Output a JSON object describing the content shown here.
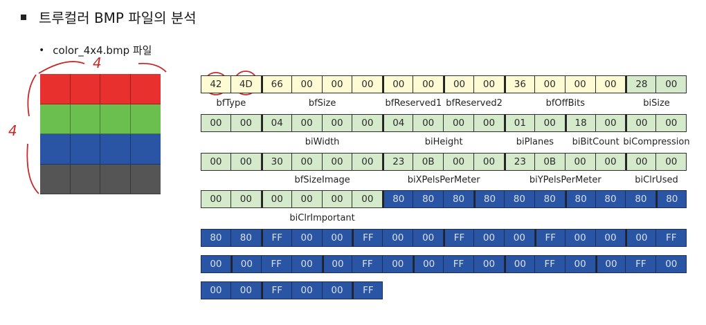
{
  "title": "트루컬러 BMP 파일의 분석",
  "subtitle": "color_4x4.bmp 파일",
  "image_grid": {
    "rows": 4,
    "cols": 4,
    "row_colors": [
      "#e8312f",
      "#6bbf4e",
      "#2a55a4",
      "#555555"
    ]
  },
  "annotations": {
    "width_mark": "4",
    "height_mark": "4"
  },
  "colors": {
    "file_header": "#fdfbd3",
    "info_header": "#d5eacb",
    "pixel_data": "#2a55a4",
    "ink": "#c62828"
  },
  "hex_rows": [
    {
      "cells": [
        {
          "v": "42",
          "c": "yellow",
          "grp": true
        },
        {
          "v": "4D",
          "c": "yellow"
        },
        {
          "v": "66",
          "c": "yellow",
          "grp": true
        },
        {
          "v": "00",
          "c": "yellow"
        },
        {
          "v": "00",
          "c": "yellow"
        },
        {
          "v": "00",
          "c": "yellow"
        },
        {
          "v": "00",
          "c": "yellow",
          "grp": true
        },
        {
          "v": "00",
          "c": "yellow"
        },
        {
          "v": "00",
          "c": "yellow",
          "grp": true
        },
        {
          "v": "00",
          "c": "yellow"
        },
        {
          "v": "36",
          "c": "yellow",
          "grp": true
        },
        {
          "v": "00",
          "c": "yellow"
        },
        {
          "v": "00",
          "c": "yellow"
        },
        {
          "v": "00",
          "c": "yellow"
        },
        {
          "v": "28",
          "c": "green",
          "grp": true
        },
        {
          "v": "00",
          "c": "green"
        }
      ]
    },
    {
      "cells": [
        {
          "v": "00",
          "c": "green",
          "grp": true
        },
        {
          "v": "00",
          "c": "green"
        },
        {
          "v": "04",
          "c": "green",
          "grp": true
        },
        {
          "v": "00",
          "c": "green"
        },
        {
          "v": "00",
          "c": "green"
        },
        {
          "v": "00",
          "c": "green"
        },
        {
          "v": "04",
          "c": "green",
          "grp": true
        },
        {
          "v": "00",
          "c": "green"
        },
        {
          "v": "00",
          "c": "green"
        },
        {
          "v": "00",
          "c": "green"
        },
        {
          "v": "01",
          "c": "green",
          "grp": true
        },
        {
          "v": "00",
          "c": "green"
        },
        {
          "v": "18",
          "c": "green",
          "grp": true
        },
        {
          "v": "00",
          "c": "green"
        },
        {
          "v": "00",
          "c": "green",
          "grp": true
        },
        {
          "v": "00",
          "c": "green"
        }
      ]
    },
    {
      "cells": [
        {
          "v": "00",
          "c": "green",
          "grp": true
        },
        {
          "v": "00",
          "c": "green"
        },
        {
          "v": "30",
          "c": "green",
          "grp": true
        },
        {
          "v": "00",
          "c": "green"
        },
        {
          "v": "00",
          "c": "green"
        },
        {
          "v": "00",
          "c": "green"
        },
        {
          "v": "23",
          "c": "green",
          "grp": true
        },
        {
          "v": "0B",
          "c": "green"
        },
        {
          "v": "00",
          "c": "green"
        },
        {
          "v": "00",
          "c": "green"
        },
        {
          "v": "23",
          "c": "green",
          "grp": true
        },
        {
          "v": "0B",
          "c": "green"
        },
        {
          "v": "00",
          "c": "green"
        },
        {
          "v": "00",
          "c": "green"
        },
        {
          "v": "00",
          "c": "green",
          "grp": true
        },
        {
          "v": "00",
          "c": "green"
        }
      ]
    },
    {
      "cells": [
        {
          "v": "00",
          "c": "green",
          "grp": true
        },
        {
          "v": "00",
          "c": "green"
        },
        {
          "v": "00",
          "c": "green",
          "grp": true
        },
        {
          "v": "00",
          "c": "green"
        },
        {
          "v": "00",
          "c": "green"
        },
        {
          "v": "00",
          "c": "green"
        },
        {
          "v": "80",
          "c": "blue",
          "grp": true
        },
        {
          "v": "80",
          "c": "blue"
        },
        {
          "v": "80",
          "c": "blue"
        },
        {
          "v": "80",
          "c": "blue",
          "grp": true
        },
        {
          "v": "80",
          "c": "blue"
        },
        {
          "v": "80",
          "c": "blue"
        },
        {
          "v": "80",
          "c": "blue",
          "grp": true
        },
        {
          "v": "80",
          "c": "blue"
        },
        {
          "v": "80",
          "c": "blue"
        },
        {
          "v": "80",
          "c": "blue",
          "grp": true
        }
      ]
    },
    {
      "cells": [
        {
          "v": "80",
          "c": "blue"
        },
        {
          "v": "80",
          "c": "blue"
        },
        {
          "v": "FF",
          "c": "blue",
          "grp": true
        },
        {
          "v": "00",
          "c": "blue"
        },
        {
          "v": "00",
          "c": "blue"
        },
        {
          "v": "FF",
          "c": "blue",
          "grp": true
        },
        {
          "v": "00",
          "c": "blue"
        },
        {
          "v": "00",
          "c": "blue"
        },
        {
          "v": "FF",
          "c": "blue",
          "grp": true
        },
        {
          "v": "00",
          "c": "blue"
        },
        {
          "v": "00",
          "c": "blue"
        },
        {
          "v": "FF",
          "c": "blue",
          "grp": true
        },
        {
          "v": "00",
          "c": "blue"
        },
        {
          "v": "00",
          "c": "blue"
        },
        {
          "v": "00",
          "c": "blue",
          "grp": true
        },
        {
          "v": "FF",
          "c": "blue"
        }
      ]
    },
    {
      "cells": [
        {
          "v": "00",
          "c": "blue"
        },
        {
          "v": "00",
          "c": "blue",
          "grp": true
        },
        {
          "v": "FF",
          "c": "blue"
        },
        {
          "v": "00",
          "c": "blue"
        },
        {
          "v": "00",
          "c": "blue",
          "grp": true
        },
        {
          "v": "FF",
          "c": "blue"
        },
        {
          "v": "00",
          "c": "blue"
        },
        {
          "v": "00",
          "c": "blue",
          "grp": true
        },
        {
          "v": "FF",
          "c": "blue"
        },
        {
          "v": "00",
          "c": "blue"
        },
        {
          "v": "00",
          "c": "blue",
          "grp": true
        },
        {
          "v": "FF",
          "c": "blue"
        },
        {
          "v": "00",
          "c": "blue"
        },
        {
          "v": "00",
          "c": "blue",
          "grp": true
        },
        {
          "v": "FF",
          "c": "blue"
        },
        {
          "v": "00",
          "c": "blue"
        }
      ]
    },
    {
      "cells": [
        {
          "v": "00",
          "c": "blue"
        },
        {
          "v": "00",
          "c": "blue"
        },
        {
          "v": "FF",
          "c": "blue",
          "grp": true
        },
        {
          "v": "00",
          "c": "blue"
        },
        {
          "v": "00",
          "c": "blue"
        },
        {
          "v": "FF",
          "c": "blue",
          "grp": true
        }
      ]
    }
  ],
  "field_labels": [
    [
      {
        "t": "bfType",
        "at": 1
      },
      {
        "t": "bfSize",
        "at": 4
      },
      {
        "t": "bfReserved1",
        "at": 7
      },
      {
        "t": "bfReserved2",
        "at": 9
      },
      {
        "t": "bfOffBits",
        "at": 12
      },
      {
        "t": "biSize",
        "at": 15
      }
    ],
    [
      {
        "t": "biWidth",
        "at": 4
      },
      {
        "t": "biHeight",
        "at": 8
      },
      {
        "t": "biPlanes",
        "at": 11
      },
      {
        "t": "biBitCount",
        "at": 13
      },
      {
        "t": "biCompression",
        "at": 15
      }
    ],
    [
      {
        "t": "bfSizeImage",
        "at": 4
      },
      {
        "t": "biXPelsPerMeter",
        "at": 8
      },
      {
        "t": "biYPelsPerMeter",
        "at": 12
      },
      {
        "t": "biClrUsed",
        "at": 15
      }
    ],
    [
      {
        "t": "biClrImportant",
        "at": 4
      }
    ]
  ]
}
